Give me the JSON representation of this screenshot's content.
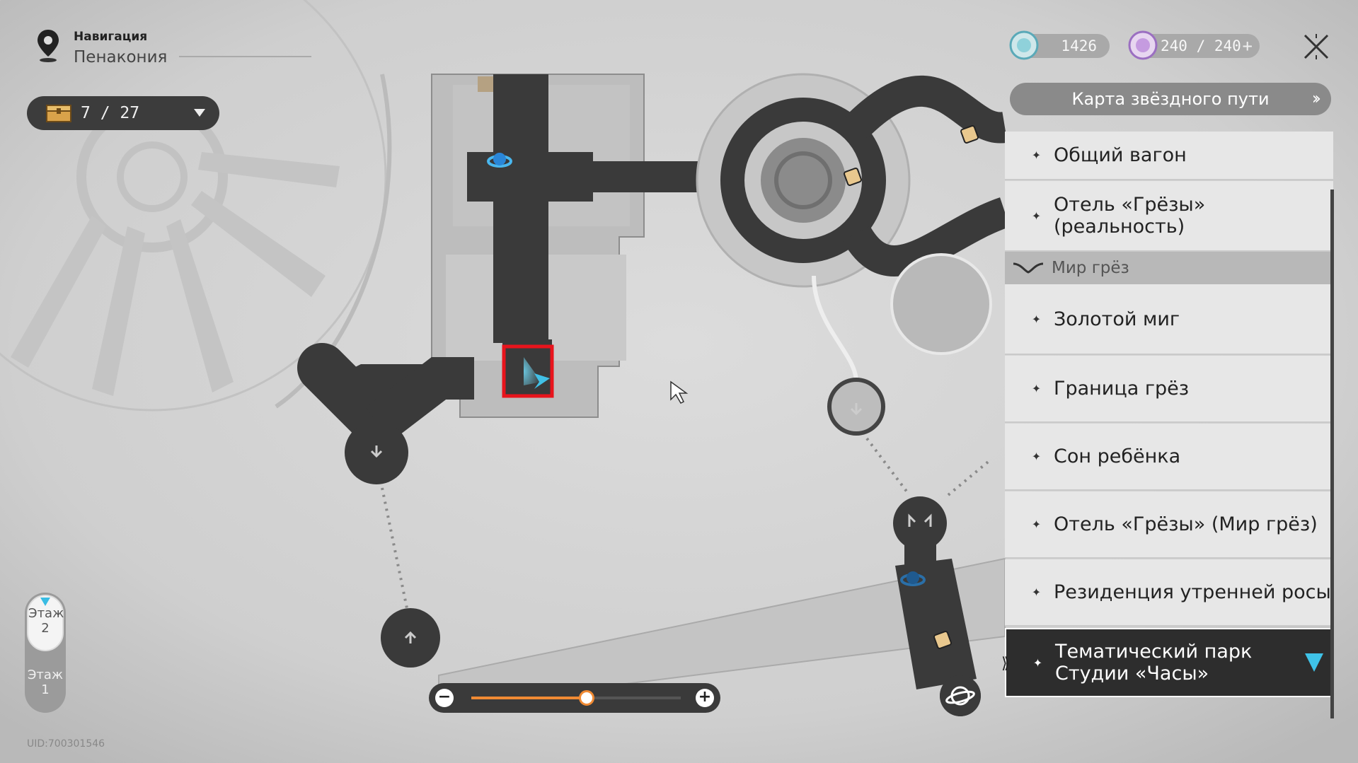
{
  "header": {
    "caption": "Навигация",
    "region": "Пенакония"
  },
  "chests": {
    "count": "7 / 27",
    "icon": "treasure-chest-icon"
  },
  "currencies": {
    "jade": "1426",
    "power": "240 / 240"
  },
  "route_button": {
    "label": "Карта звёздного пути"
  },
  "locations": [
    {
      "label": "Общий вагон"
    },
    {
      "label": "Отель «Грёзы» (реальность)"
    },
    {
      "header": "Мир грёз"
    },
    {
      "label": "Золотой миг"
    },
    {
      "label": "Граница грёз"
    },
    {
      "label": "Сон ребёнка"
    },
    {
      "label": "Отель «Грёзы» (Мир грёз)"
    },
    {
      "label": "Резиденция утренней росы"
    },
    {
      "label": "Тематический парк Студии «Часы»",
      "active": true
    }
  ],
  "floors": {
    "current_floor": "Этаж\n2",
    "other_floor": "Этаж\n1"
  },
  "zoom": {
    "level": 0.55
  },
  "uid": "UID:700301546",
  "colors": {
    "accent": "#f08a33",
    "marker": "#3fc3e8",
    "highlight": "#e8141c"
  }
}
